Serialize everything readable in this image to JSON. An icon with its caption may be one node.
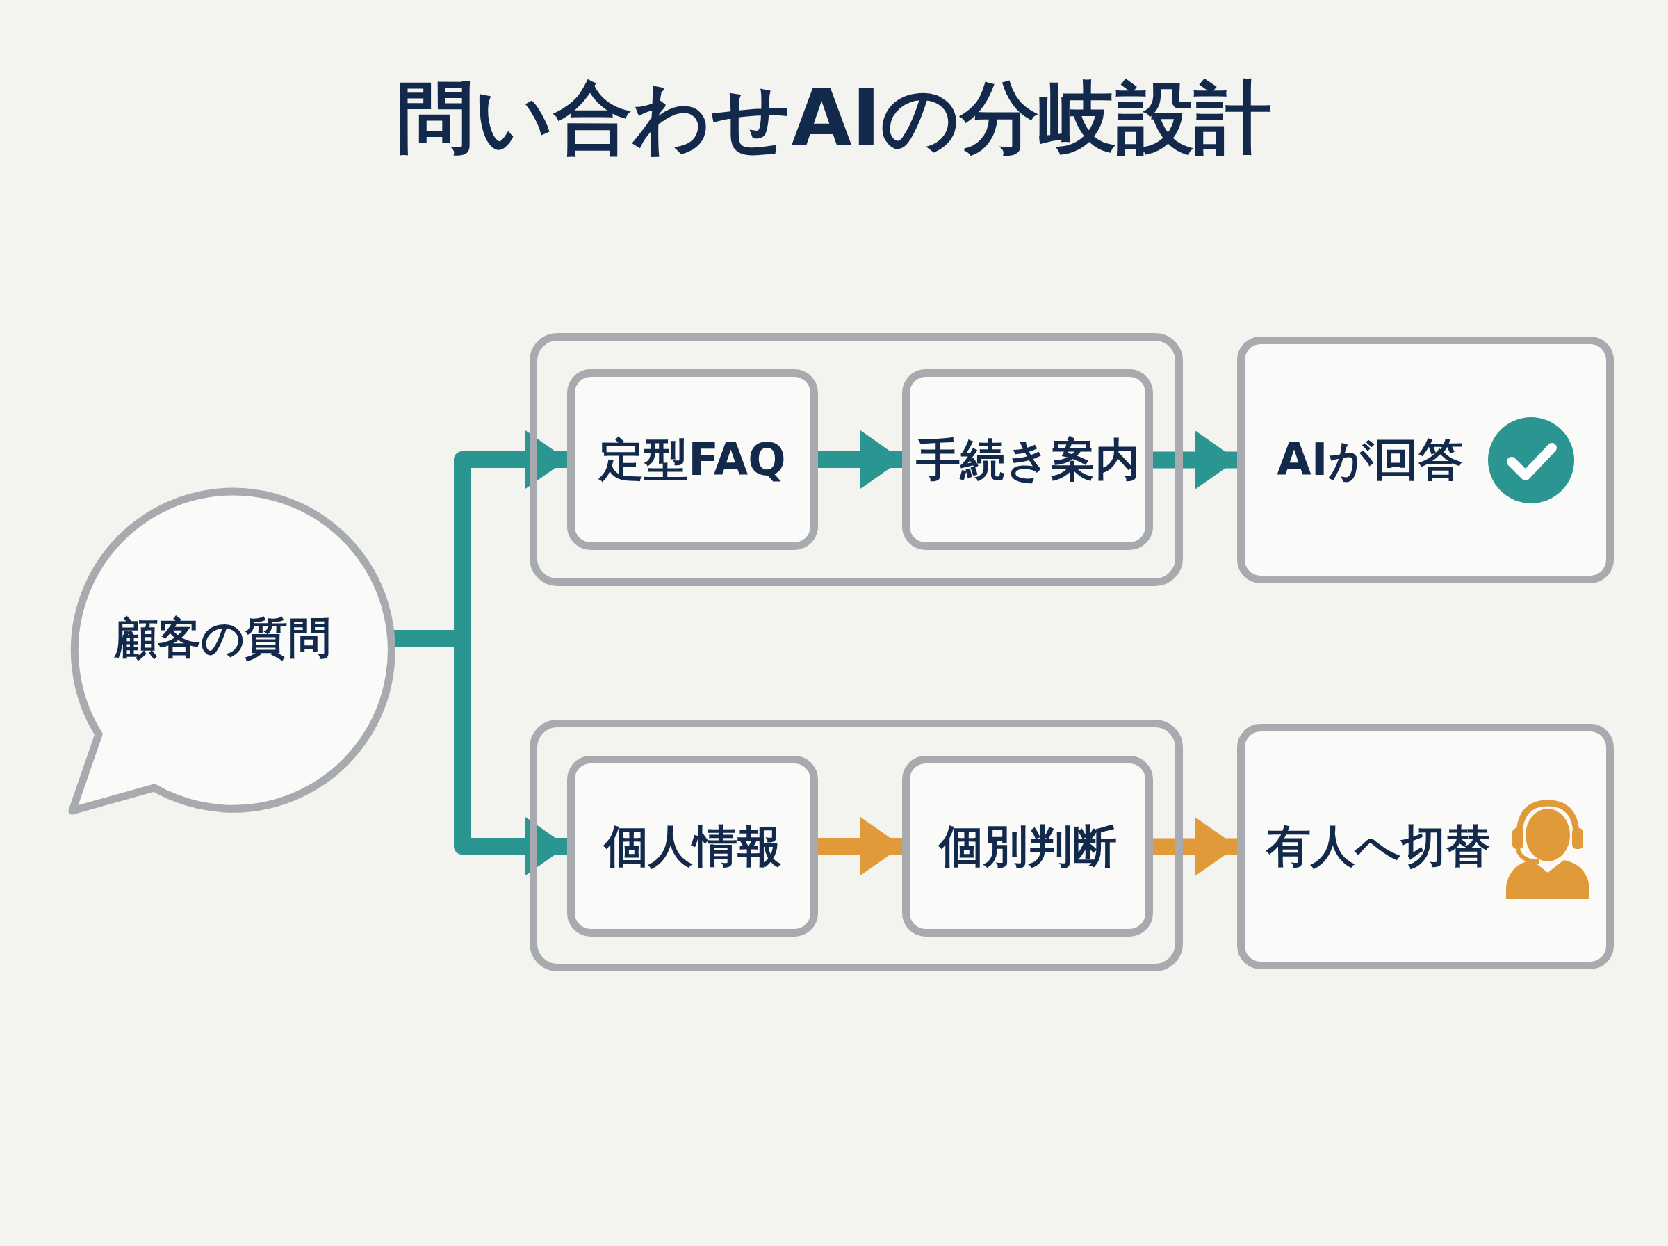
{
  "diagram": {
    "title": "問い合わせAIの分岐設計",
    "nodes": [
      {
        "text": [
          "顧客の質問"
        ]
      },
      {
        "text": [],
        "shape": "box"
      },
      {
        "text": [
          "定型FAQ"
        ],
        "in": 1
      },
      {
        "text": [
          "手続き案内"
        ],
        "in": 1
      },
      {
        "text": [
          "AIが回答"
        ]
      },
      {
        "text": [],
        "shape": "box"
      },
      {
        "text": [
          "個人情報"
        ],
        "in": 5
      },
      {
        "text": [
          "個別判断"
        ],
        "in": 5
      },
      {
        "text": [
          "有人へ切替"
        ]
      }
    ],
    "edges": [
      {
        "from": 0,
        "to": 2,
        "arrow": "to"
      },
      {
        "from": 0,
        "to": 6,
        "arrow": "to"
      },
      {
        "from": 2,
        "to": 3,
        "arrow": "to"
      },
      {
        "from": 3,
        "to": 4,
        "arrow": "to"
      },
      {
        "from": 6,
        "to": 7,
        "arrow": "to",
        "color": "#e09a3a"
      },
      {
        "from": 7,
        "to": 8,
        "arrow": "to",
        "color": "#e09a3a"
      }
    ]
  }
}
